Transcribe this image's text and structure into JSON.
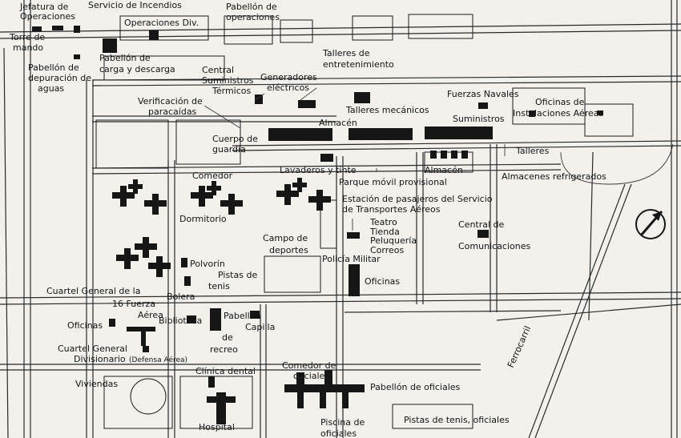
{
  "map": {
    "labels": {
      "jefatura": [
        "Jefatura de",
        "Operaciones"
      ],
      "incendios": "Servicio de Incendios",
      "operaciones_div": "Operaciones Div.",
      "pabellon_operaciones": [
        "Pabellón de",
        "operaciones"
      ],
      "torre": [
        "Torre de",
        "mando"
      ],
      "pabellon_carga": [
        "Pabellón de",
        "carga y descarga"
      ],
      "depuracion": [
        "Pabellón de",
        "depuración de",
        "aguas"
      ],
      "central_suministros": [
        "Central",
        "Suministros",
        "Térmicos"
      ],
      "generadores": [
        "Generadores",
        "eléctricos"
      ],
      "talleres_entretenimiento": [
        "Talleres de",
        "entretenimiento"
      ],
      "fuerzas_navales": "Fuerzas Navales",
      "oficinas_instalaciones": [
        "Oficinas de",
        "Instalaciones Aéreas"
      ],
      "verificacion": [
        "Verificación de",
        "paracaídas"
      ],
      "talleres_mecanicos": "Talleres mecánicos",
      "almacen_top": "Almacén",
      "suministros": "Suministros",
      "cuerpo_guardia": [
        "Cuerpo de",
        "guardia"
      ],
      "talleres": "Talleres",
      "lavaderos": "Lavaderos y tinte",
      "almacen_mid": "Almacén",
      "almacenes_refrigerados": "Almacenes refrigerados",
      "comedor": "Comedor",
      "parque_movil": "Parque móvil provisional",
      "estacion": [
        "Estación de pasajeros del Servicio",
        "de Transportes Aéreos"
      ],
      "dormitorio": "Dormitorio",
      "teatro": [
        "Teatro",
        "Tienda",
        "Peluquería",
        "Correos"
      ],
      "central_comunicaciones": [
        "Central de",
        "Comunicaciones"
      ],
      "campo_deportes": [
        "Campo de",
        "deportes"
      ],
      "polvorin": "Polvorín",
      "policia_militar": "Policía Militar",
      "pistas_tenis": [
        "Pistas de",
        "tenis"
      ],
      "oficinas_mid": "Oficinas",
      "cuartel_general": [
        "Cuartel General de la",
        "16 Fuerza",
        "Aérea"
      ],
      "bolera": "Bolera",
      "oficinas_left": "Oficinas",
      "biblioteca": "Biblioteca",
      "pabellon_recreo": [
        "Pabellón",
        "de",
        "recreo"
      ],
      "capilla": "Capilla",
      "cuartel_divisionario": [
        "Cuartel General",
        "Divisionario"
      ],
      "defensa_aerea": "(Defensa Aérea)",
      "clinica_dental": "Clínica dental",
      "comedor_oficiales": [
        "Comedor de",
        "oficiales"
      ],
      "viviendas": "Viviendas",
      "pabellon_oficiales": "Pabellón de oficiales",
      "hospital": "Hospital",
      "piscina": [
        "Piscina de",
        "oficiales"
      ],
      "pistas_tenis_oficiales": "Pistas de tenis, oficiales",
      "ferrocarril": "Ferrocarril"
    },
    "colors": {
      "ink": "#161616",
      "paper": "#f2f1ec"
    },
    "icons": {
      "north_arrow": "compass-arrow-icon"
    }
  }
}
